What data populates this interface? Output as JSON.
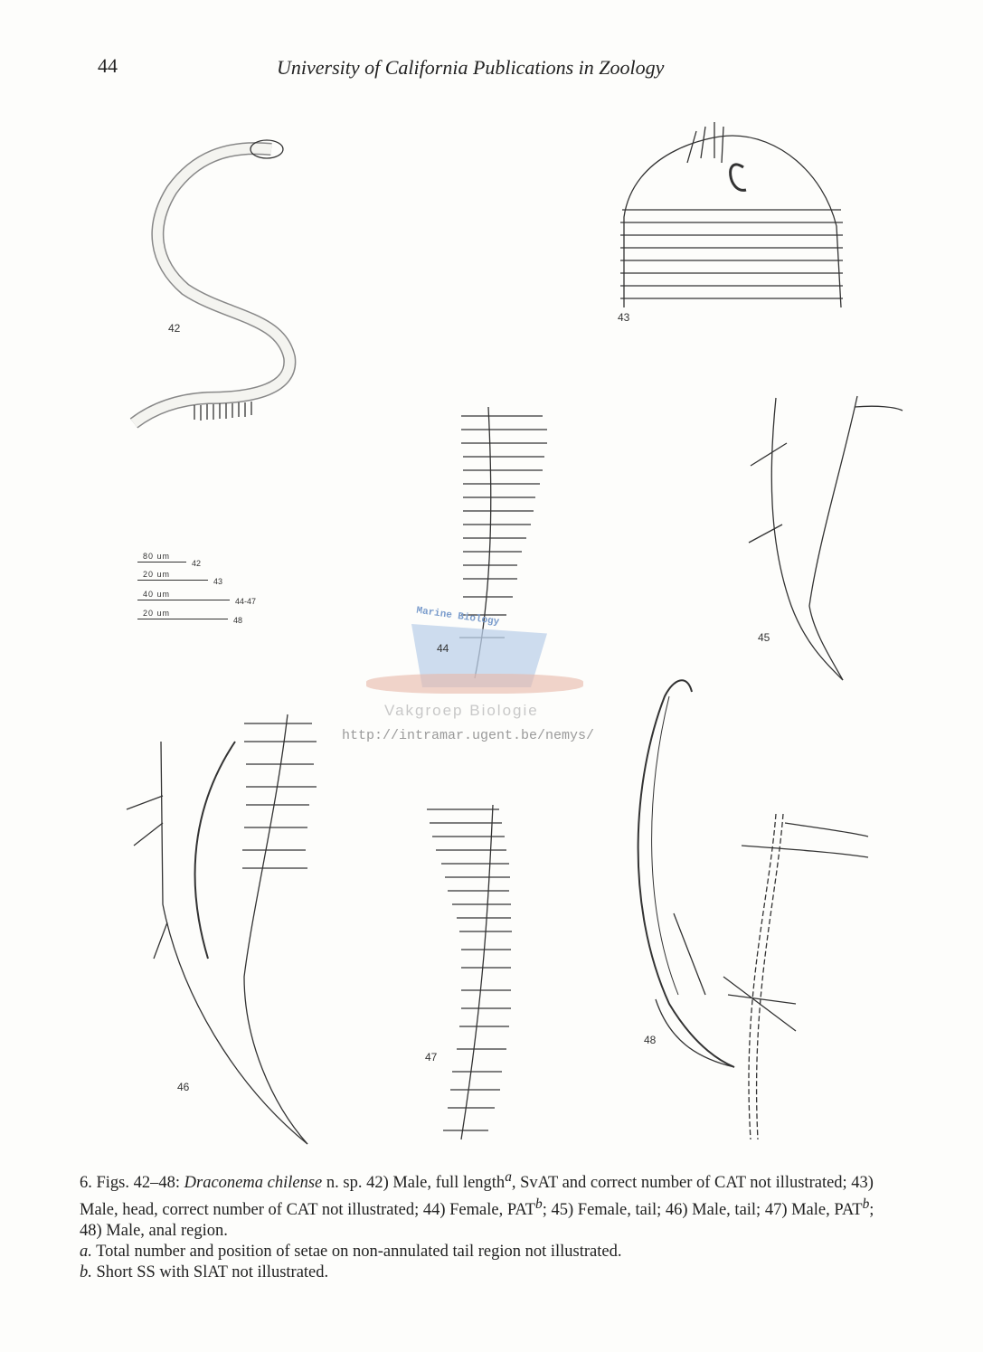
{
  "header": {
    "page_number": "44",
    "running_title": "University of California Publications in Zoology"
  },
  "figures": {
    "labels": [
      "42",
      "43",
      "44",
      "45",
      "46",
      "47",
      "48"
    ]
  },
  "scale_bars": [
    {
      "length": "80 um",
      "figures": "42"
    },
    {
      "length": "20 um",
      "figures": "43"
    },
    {
      "length": "40 um",
      "figures": "44-47"
    },
    {
      "length": "20 um",
      "figures": "48"
    }
  ],
  "watermark": {
    "line1": "Marine Biology",
    "line2": "Vakgroep Biologie",
    "url": "http://intramar.ugent.be/nemys/"
  },
  "caption": {
    "number": "6.",
    "figs": "Figs. 42–48:",
    "species": "Draconema chilense",
    "main1": "n. sp. 42) Male, full length",
    "sup_a": "a",
    "main2": ", SvAT and correct number of CAT not illustrated; 43) Male, head, correct number of CAT not illustrated; 44) Female, PAT",
    "sup_b": "b",
    "main3": "; 45) Female, tail; 46) Male, tail; 47) Male, PAT",
    "sup_b2": "b",
    "main4": "; 48) Male, anal region.",
    "note_a_mark": "a.",
    "note_a": "Total number and position of setae on non-annulated tail region not illustrated.",
    "note_b_mark": "b.",
    "note_b": "Short SS with SlAT not illustrated."
  }
}
